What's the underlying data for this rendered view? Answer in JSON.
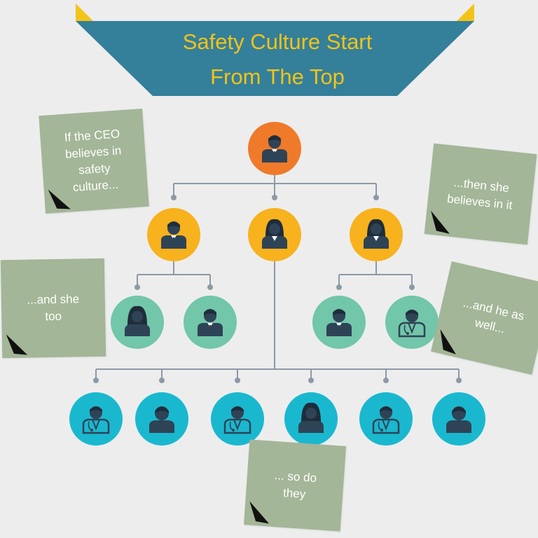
{
  "title": {
    "line1": "Safety Culture Start",
    "line2": "From The Top"
  },
  "notes": {
    "ceo": "If the CEO believes in safety culture...",
    "then_she": "...then she believes in it",
    "and_she_too": "...and she too",
    "and_he": "...and he as well...",
    "so_do_they": "... so do they"
  },
  "colors": {
    "background": "#ededee",
    "banner": "#347f9a",
    "banner_corner": "#f3c318",
    "title_text": "#f3c318",
    "ceo_circle": "#ef7a2a",
    "level2_circle": "#f7b21d",
    "level3_circle": "#72c6a9",
    "level4_circle": "#1ab8cf",
    "person_icon": "#2f4356",
    "connector": "#8c9aa6",
    "note_bg": "#a3b697",
    "note_text": "#ffffff",
    "note_fold": "#111111"
  },
  "icons": {
    "ceo": "man-suit-icon",
    "level2": [
      "man-suit-icon",
      "woman-suit-icon",
      "woman-suit-icon"
    ],
    "level3": [
      "woman-icon",
      "man-suit-icon",
      "man-suit-icon",
      "doctor-icon"
    ],
    "level4": [
      "doctor-icon",
      "man-icon",
      "doctor-icon",
      "woman-icon",
      "doctor-icon",
      "man-icon"
    ]
  }
}
